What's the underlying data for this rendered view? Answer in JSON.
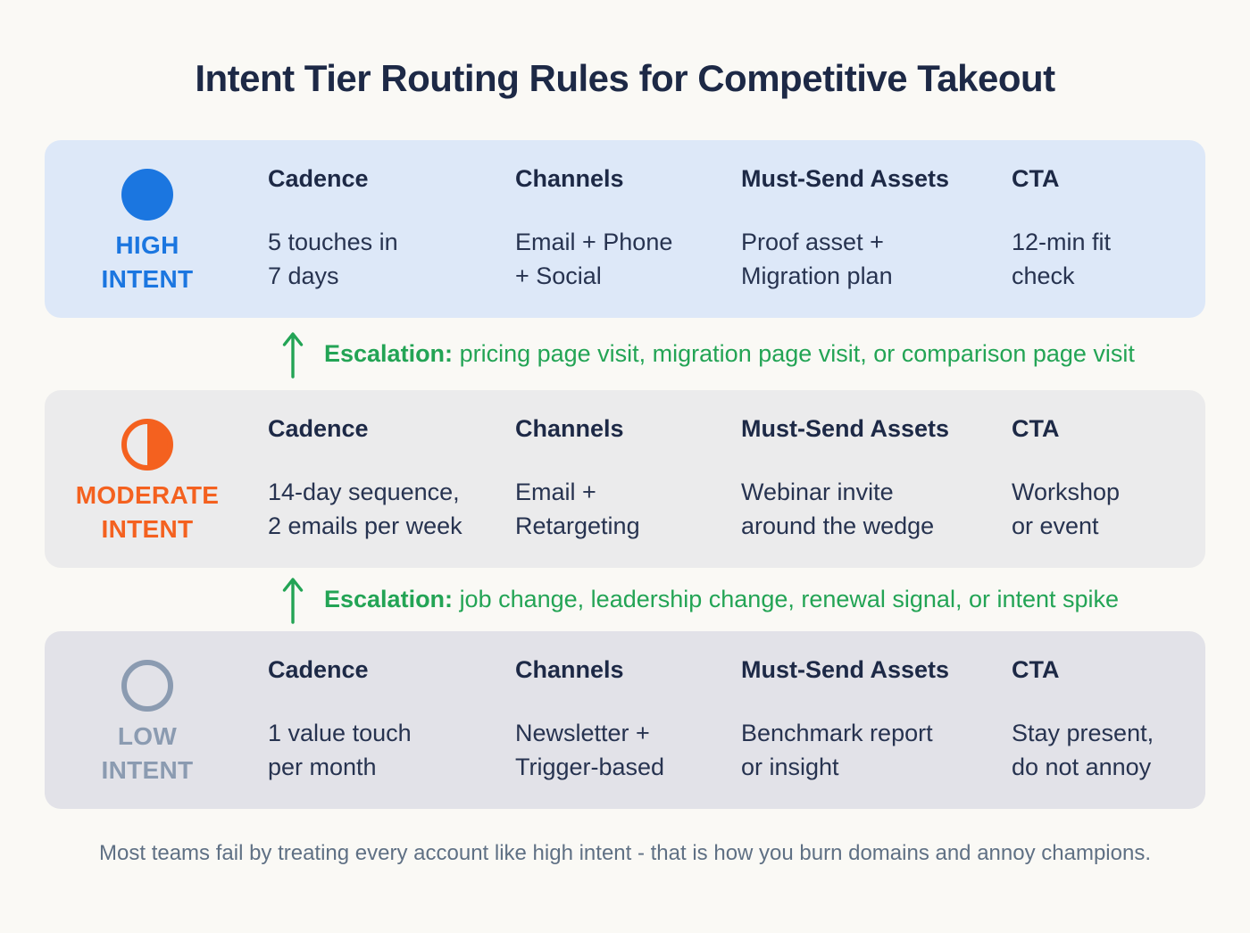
{
  "page": {
    "title": "Intent Tier Routing Rules for Competitive Takeout",
    "footer": "Most teams fail by treating every account like high intent - that is how you burn domains and annoy champions."
  },
  "columns": [
    "Cadence",
    "Channels",
    "Must-Send Assets",
    "CTA"
  ],
  "colors": {
    "escalation_green": "#23a455",
    "title_navy": "#1d2946",
    "body_text": "#273350",
    "footer_gray": "#5f7084"
  },
  "tiers": [
    {
      "id": "high-intent",
      "label": "HIGH\nINTENT",
      "icon": "filled-circle-icon",
      "colors": {
        "accent": "#1b76e0",
        "background": "#dde8f8"
      },
      "cells": {
        "cadence": "5 touches in\n7 days",
        "channels": "Email + Phone\n+ Social",
        "assets": "Proof asset +\nMigration plan",
        "cta": "12-min fit\ncheck"
      }
    },
    {
      "id": "moderate-intent",
      "label": "MODERATE\nINTENT",
      "icon": "half-filled-circle-icon",
      "colors": {
        "accent": "#f4611f",
        "background": "#ebebec"
      },
      "cells": {
        "cadence": "14-day sequence,\n2 emails per week",
        "channels": "Email +\nRetargeting",
        "assets": "Webinar invite\naround the wedge",
        "cta": "Workshop\nor event"
      }
    },
    {
      "id": "low-intent",
      "label": "LOW\nINTENT",
      "icon": "outline-circle-icon",
      "colors": {
        "accent": "#8b9bb1",
        "background": "#e2e2e8"
      },
      "cells": {
        "cadence": "1 value touch\nper month",
        "channels": "Newsletter +\nTrigger-based",
        "assets": "Benchmark report\nor insight",
        "cta": "Stay present,\ndo not annoy"
      }
    }
  ],
  "escalations": [
    {
      "label": "Escalation:",
      "text": "pricing page visit, migration page visit, or comparison page visit"
    },
    {
      "label": "Escalation:",
      "text": "job change, leadership change, renewal signal, or intent spike"
    }
  ]
}
